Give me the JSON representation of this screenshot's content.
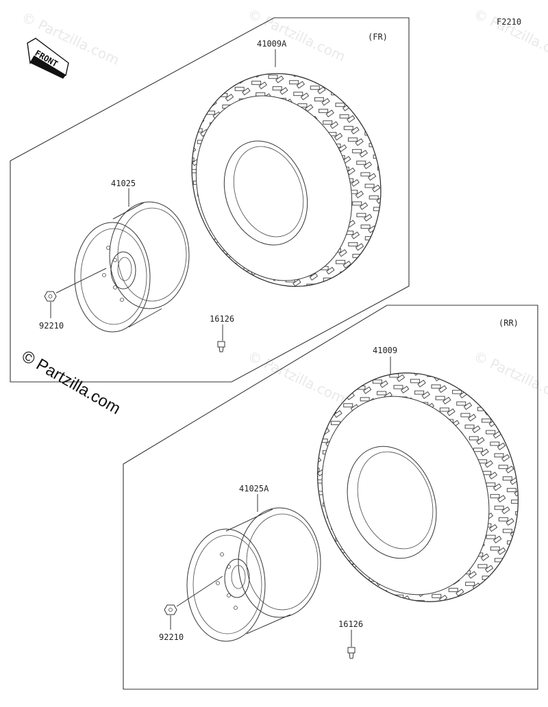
{
  "figure_code": "F2210",
  "front_indicator": "FRONT",
  "watermark": "© Partzilla.com",
  "copyright": "© Partzilla.com",
  "front_group": {
    "section_label": "(FR)",
    "tire_part": "41009A",
    "wheel_part": "41025",
    "nut_part": "92210",
    "valve_part": "16126"
  },
  "rear_group": {
    "section_label": "(RR)",
    "tire_part": "41009",
    "wheel_part": "41025A",
    "nut_part": "92210",
    "valve_part": "16126"
  }
}
